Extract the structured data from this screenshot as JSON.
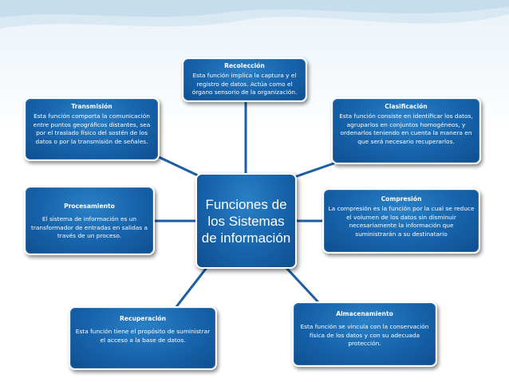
{
  "central": {
    "title": "Funciones de los Sistemas de información"
  },
  "nodes": {
    "recoleccion": {
      "title": "Recolección",
      "desc": "Esta función implica la captura y el registro de datos. Actúa como el órgano sensorio de la organización."
    },
    "transmision": {
      "title": "Transmisión",
      "desc": "Esta función comporta la comunicación entre puntos geográficos distantes, sea por el traslado físico del sostén de los datos o por la transmisión de señales."
    },
    "clasificacion": {
      "title": "Clasificación",
      "desc": "Esta función consiste en identificar los datos, agruparlos en conjuntos homogéneos, y ordenarlos teniendo en cuenta la manera en que será necesario recuperarlos."
    },
    "procesamiento": {
      "title": "Procesamiento",
      "desc": "El sistema de información es un transformador de entradas en salidas a través de un proceso."
    },
    "compresion": {
      "title": "Compresión",
      "desc": "La compresión es la función por la cual se reduce el volumen de los datos sin disminuir necesariamente la información que suministrarán a su destinatario"
    },
    "recuperacion": {
      "title": "Recuperación",
      "desc": "Esta función tiene el propósito de suministrar el acceso a la base de datos."
    },
    "almacenamiento": {
      "title": "Almacenamiento",
      "desc": "Esta función se vincula con la conservación física de los datos y con su adecuada protección."
    }
  },
  "colors": {
    "box_fill": "#1763ab",
    "box_border": "#ffffff",
    "connector": "#1a5ea6",
    "background_wave": "#cfe3f1"
  }
}
